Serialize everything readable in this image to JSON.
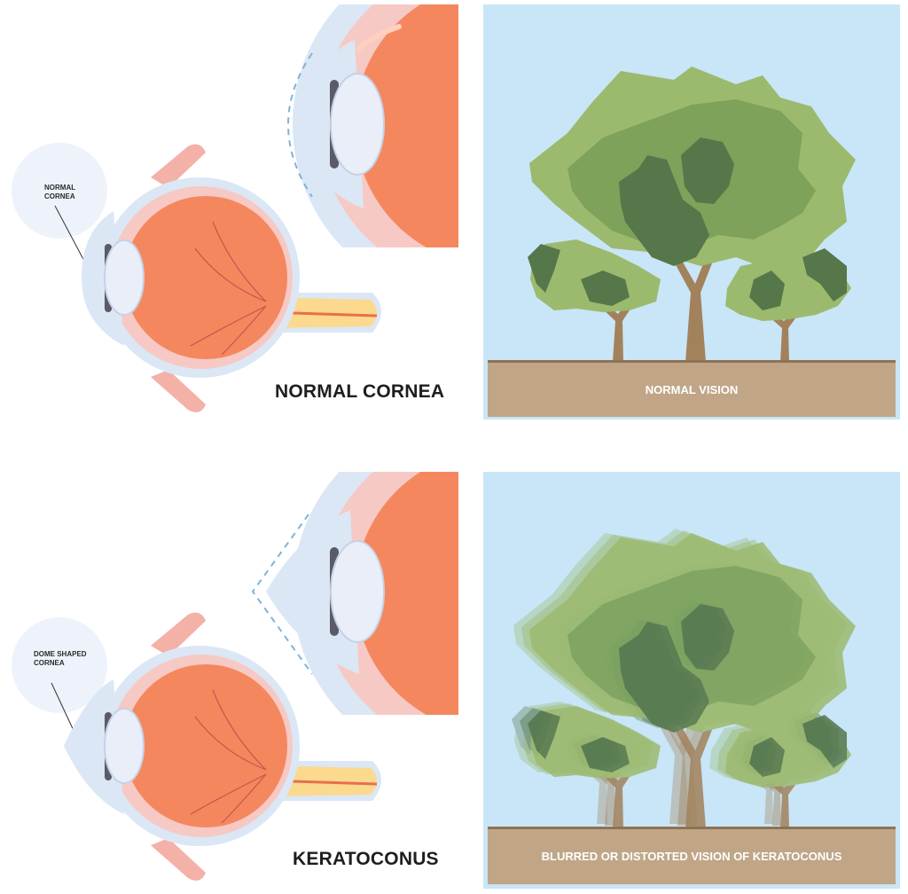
{
  "panels": {
    "normal": {
      "callout": [
        "NORMAL",
        "CORNEA"
      ],
      "caption": "NORMAL CORNEA",
      "vision_caption": "NORMAL VISION"
    },
    "keratoconus": {
      "callout": [
        "DOME SHAPED",
        "CORNEA"
      ],
      "caption": "KERATOCONUS",
      "vision_caption": "BLURRED OR DISTORTED VISION OF KERATOCONUS"
    }
  },
  "colors": {
    "sky": "#c8e6f7",
    "ground": "#c0a687",
    "ground_edge": "#8e7255",
    "eye_orange": "#f5875f",
    "sclera_pink": "#f7c9c4",
    "cornea_blue": "#dbe7f5",
    "lens": "#e9eef8",
    "nerve_yellow": "#fbd98e",
    "foliage_light": "#9cba6e",
    "foliage_mid": "#7ea25a",
    "foliage_dark": "#55774a",
    "trunk": "#a2825b"
  }
}
